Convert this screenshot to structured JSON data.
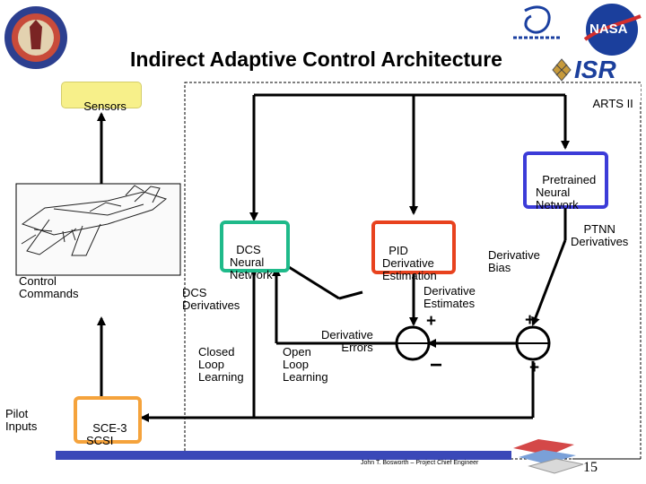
{
  "title": "Indirect Adaptive Control Architecture",
  "labels": {
    "sensors": "Sensors",
    "arts": "ARTS II",
    "pretrained": "Pretrained\nNeural\nNetwork",
    "ptnn": "PTNN\nDerivatives",
    "dcs_nn": "DCS\nNeural\nNetwork",
    "pid": "PID\nDerivative\nEstimation",
    "deriv_bias": "Derivative\nBias",
    "control_commands": "Control\nCommands",
    "dcs_derivatives": "DCS\nDerivatives",
    "deriv_estimates": "Derivative\nEstimates",
    "deriv_errors": "Derivative\nErrors",
    "closed_loop": "Closed\nLoop\nLearning",
    "open_loop": "Open\nLoop\nLearning",
    "pilot_inputs": "Pilot\nInputs",
    "sce3": "SCE-3\nSCSI",
    "plus1": "+",
    "minus1": "−",
    "plus2": "+",
    "plus3": "+",
    "footer": "John T. Bosworth – Project Chief Engineer",
    "page": "15",
    "isr": "ISR",
    "nasa": "NASA"
  },
  "colors": {
    "sensors": "#f7f08a",
    "pretrained": "#3c3cd8",
    "dcs": "#1fba8a",
    "pid": "#e8421e",
    "sce": "#f5a33c",
    "footer_bar": "#3a48b8"
  }
}
